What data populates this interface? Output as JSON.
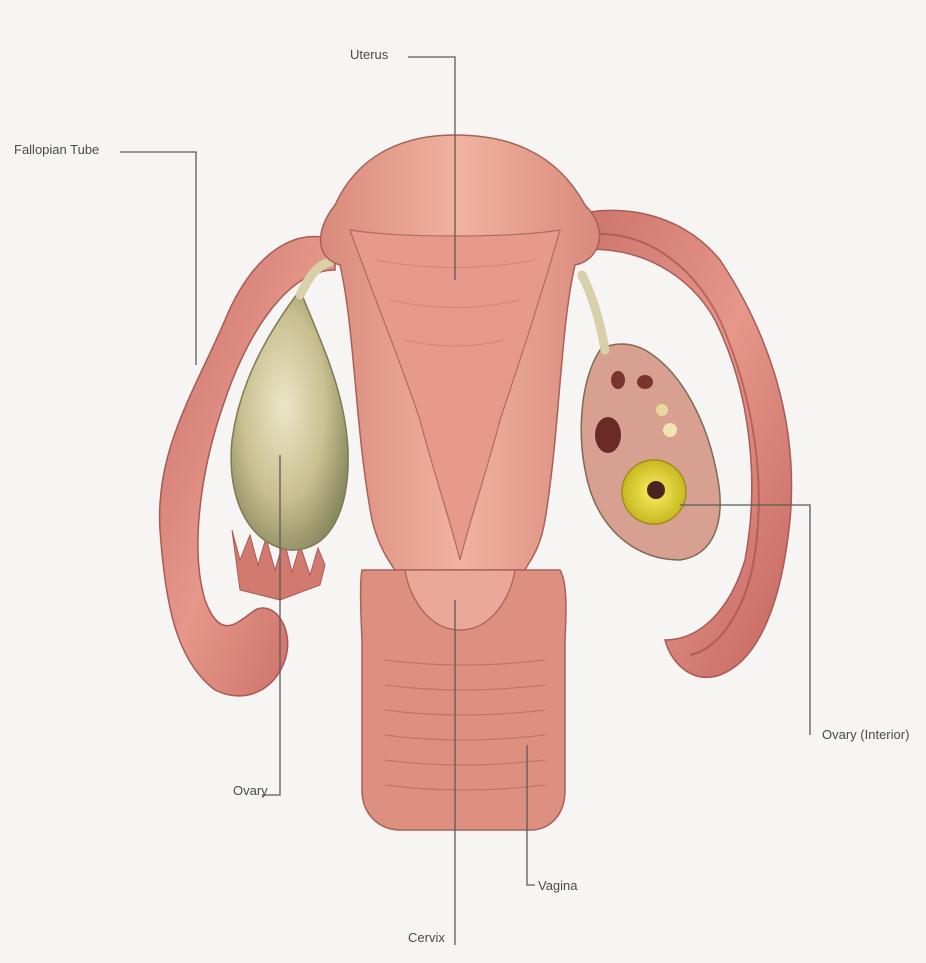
{
  "labels": {
    "uterus": "Uterus",
    "fallopian_tube": "Fallopian Tube",
    "ovary": "Ovary",
    "ovary_interior": "Ovary (Interior)",
    "vagina": "Vagina",
    "cervix": "Cervix"
  },
  "colors": {
    "background": "#f6f5f3",
    "tissue": "#e8a090",
    "tissue_dark": "#c9726a",
    "tissue_light": "#f2c2b0",
    "ovary_outer": "#cfc8a0",
    "follicle": "#e8e030",
    "leader_line": "#5a5a5a"
  }
}
